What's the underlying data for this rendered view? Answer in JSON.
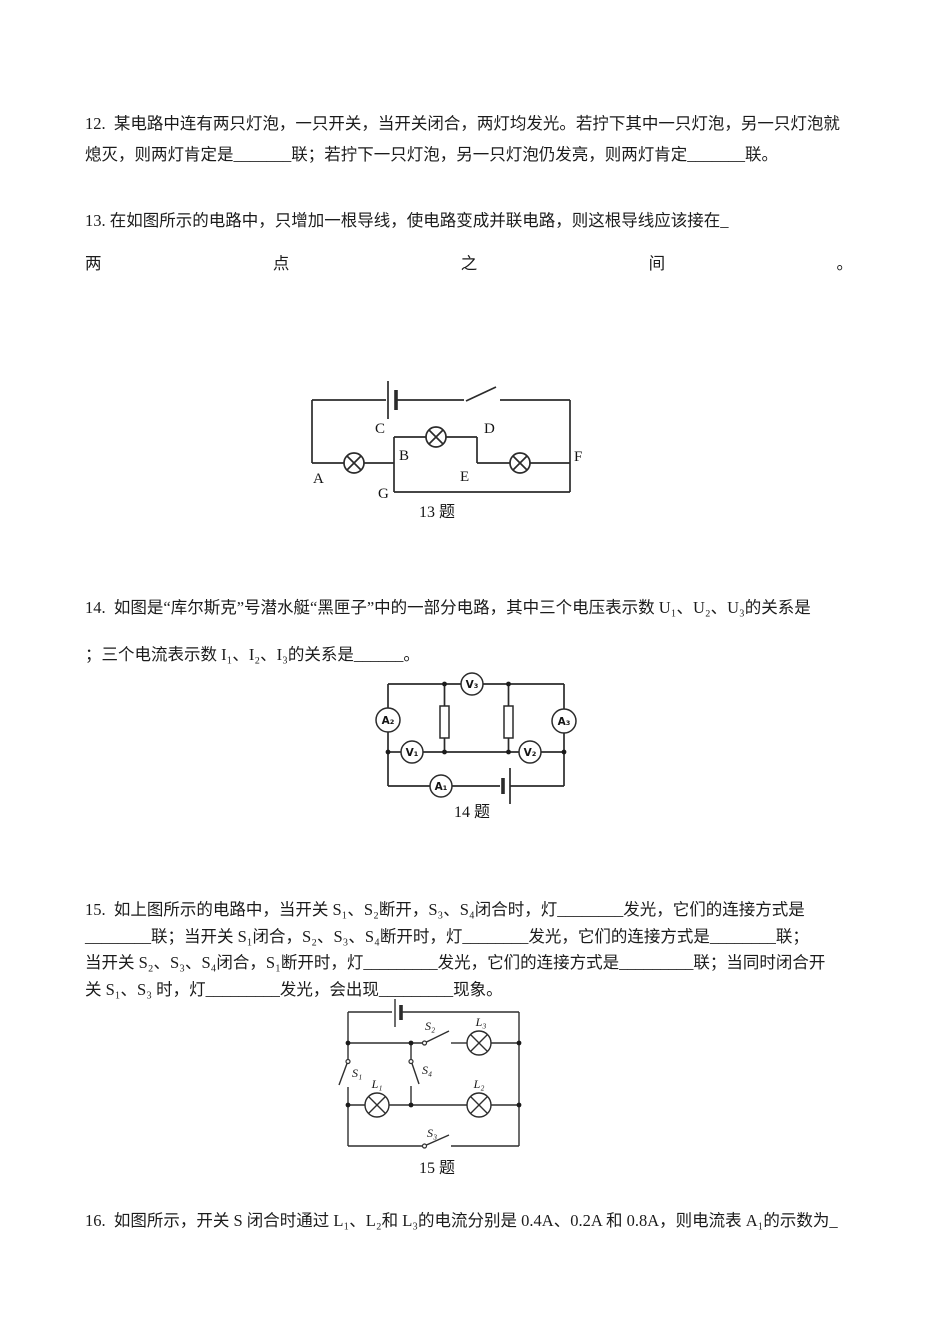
{
  "q12": {
    "lines": [
      "12.  某电路中连有两只灯泡，一只开关，当开关闭合，两灯均发光。若拧下其中一只灯泡，另一只灯泡就",
      "熄灭，则两灯肯定是_______联；若拧下一只灯泡，另一只灯泡仍发亮，则两灯肯定_______联。"
    ]
  },
  "q13": {
    "line1": "13. 在如图所示的电路中，只增加一根导线，使电路变成并联电路，则这根导线应该接在_",
    "spread": [
      "两",
      "点",
      "之",
      "间",
      "。"
    ]
  },
  "c13": {
    "caption": "13 题",
    "A": "A",
    "B": "B",
    "C": "C",
    "D": "D",
    "E": "E",
    "F": "F",
    "G": "G"
  },
  "q14": {
    "lines": [
      "14.  如图是“库尔斯克”号潜水艇“黑匣子”中的一部分电路，其中三个电压表示数 U₁、U₂、U₃的关系是",
      "；三个电流表示数 I₁、I₂、I₃的关系是______。"
    ]
  },
  "c14": {
    "caption": "14 题",
    "v1": "V₁",
    "v2": "V₂",
    "v3": "V₃",
    "a1": "A₁",
    "a2": "A₂",
    "a3": "A₃"
  },
  "q15": {
    "lines": [
      "15.  如上图所示的电路中，当开关 S₁、S₂断开，S₃、S₄闭合时，灯________发光，它们的连接方式是",
      "________联；当开关 S₁闭合，S₂、S₃、S₄断开时，灯________发光，它们的连接方式是________联；",
      "当开关 S₂、S₃、S₄闭合，S₁断开时，灯_________发光，它们的连接方式是_________联；当同时闭合开",
      "关 S₁、S₃ 时，灯_________发光，会出现_________现象。"
    ]
  },
  "c15": {
    "caption": "15 题",
    "s1": "S₁",
    "s2": "S₂",
    "s3": "S₃",
    "s4": "S₄",
    "l1": "L₁",
    "l2": "L₂",
    "l3": "L₃"
  },
  "q16": {
    "line": "16.  如图所示，开关 S 闭合时通过 L₁、L₂和 L₃的电流分别是 0.4A、0.2A 和 0.8A，则电流表 A₁的示数为_"
  }
}
